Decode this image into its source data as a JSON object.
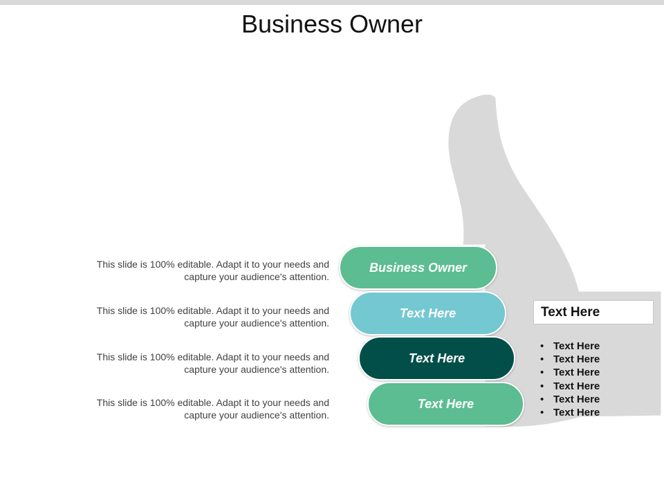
{
  "slide": {
    "title": "Business Owner"
  },
  "rows": [
    {
      "label": "Business Owner",
      "description_line1": "This slide is 100% editable. Adapt it to your needs and",
      "description_line2": "capture your audience's attention.",
      "color": "#5bbd91"
    },
    {
      "label": "Text Here",
      "description_line1": "This slide is 100% editable. Adapt it to your needs and",
      "description_line2": "capture your audience's attention.",
      "color": "#73c8d2"
    },
    {
      "label": "Text Here",
      "description_line1": "This slide is 100% editable. Adapt it to your needs and",
      "description_line2": "capture your audience's attention.",
      "color": "#024f4a"
    },
    {
      "label": "Text Here",
      "description_line1": "This slide is 100% editable. Adapt it to your needs and",
      "description_line2": "capture your audience's attention.",
      "color": "#5bbd91"
    }
  ],
  "panel": {
    "title": "Text Here",
    "bullets": [
      "Text Here",
      "Text Here",
      "Text Here",
      "Text Here",
      "Text Here",
      "Text Here"
    ]
  },
  "colors": {
    "hand_fill": "#d9d9d9",
    "top_rule": "#d9d9d9"
  }
}
